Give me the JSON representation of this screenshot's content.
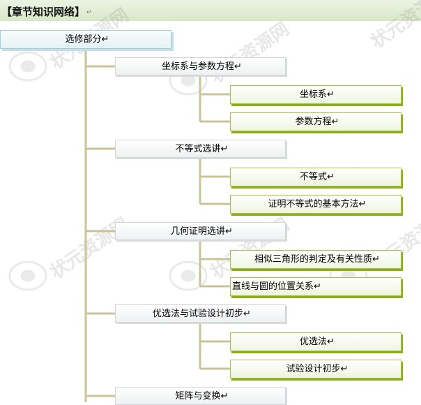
{
  "header": {
    "title": "【章节知识网络】",
    "para_mark": "↵"
  },
  "watermark": {
    "text": "状元资源网"
  },
  "tree": {
    "root": {
      "label": "选修部分↵"
    },
    "branches": [
      {
        "label": "坐标系与参数方程↵",
        "children": [
          {
            "label": "坐标系↵"
          },
          {
            "label": "参数方程↵"
          }
        ]
      },
      {
        "label": "不等式选讲↵",
        "children": [
          {
            "label": "不等式↵"
          },
          {
            "label": "证明不等式的基本方法↵"
          }
        ]
      },
      {
        "label": "几何证明选讲↵",
        "children": [
          {
            "label": "相似三角形的判定及有关性质↵"
          },
          {
            "label": "直线与圆的位置关系↵"
          }
        ]
      },
      {
        "label": "优选法与试验设计初步↵",
        "children": [
          {
            "label": "优选法↵"
          },
          {
            "label": "试验设计初步↵"
          }
        ]
      },
      {
        "label": "矩阵与变换↵",
        "children": []
      }
    ]
  },
  "colors": {
    "connector": "#c8c49a",
    "accent_green": "#8aad1f",
    "root_border": "#a5cfd6"
  }
}
